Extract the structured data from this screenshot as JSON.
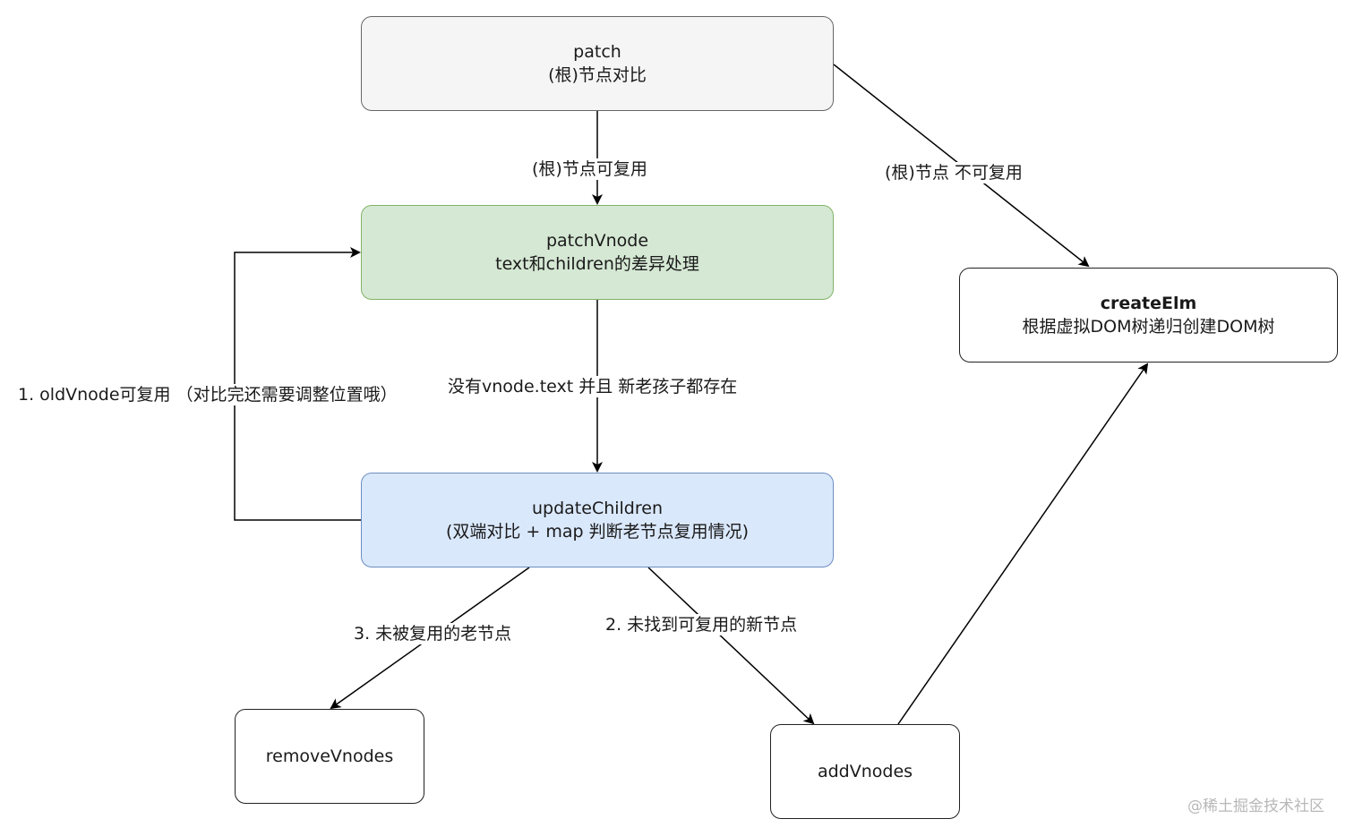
{
  "nodes": {
    "patch": {
      "title": "patch",
      "subtitle": "(根)节点对比"
    },
    "patch_vnode": {
      "title": "patchVnode",
      "subtitle": "text和children的差异处理"
    },
    "update_children": {
      "title": "updateChildren",
      "subtitle": "(双端对比 + map 判断老节点复用情况)"
    },
    "create_elm": {
      "title": "createElm",
      "subtitle": "根据虚拟DOM树递归创建DOM树"
    },
    "remove_vnodes": {
      "title": "removeVnodes"
    },
    "add_vnodes": {
      "title": "addVnodes"
    }
  },
  "edges": {
    "root_reusable": "(根)节点可复用",
    "root_not_reusable": "(根)节点 不可复用",
    "children_diff": "没有vnode.text 并且 新老孩子都存在",
    "old_vnode_reusable": "1. oldVnode可复用 （对比完还需要调整位置哦）",
    "unused_old_nodes": "3. 未被复用的老节点",
    "no_reusable_new_nodes": "2. 未找到可复用的新节点"
  },
  "colors": {
    "patch_fill": "#f5f5f5",
    "patch_vnode_fill": "#d5e8d4",
    "update_children_fill": "#dae8fc",
    "line": "#000000"
  },
  "watermark": "@稀土掘金技术社区"
}
